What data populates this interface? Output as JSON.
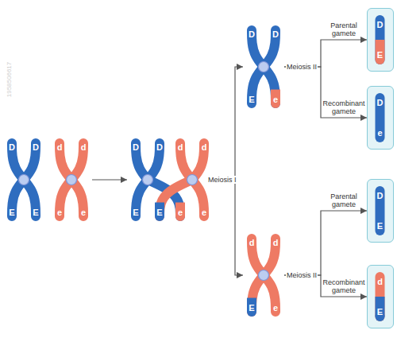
{
  "diagram": {
    "nodes": [
      {
        "text": [
          "D",
          "D",
          "E",
          "E"
        ]
      },
      {
        "text": [
          "d",
          "d",
          "e",
          "e"
        ]
      },
      {
        "text": [
          "D",
          "D",
          "E",
          "e"
        ]
      },
      {
        "text": [
          "d",
          "d",
          "E",
          "e"
        ]
      },
      {
        "text": [
          "D",
          "D",
          "E",
          "e"
        ]
      },
      {
        "text": [
          "d",
          "d",
          "E",
          "e"
        ]
      },
      {
        "text": [
          "D",
          "E"
        ]
      },
      {
        "text": [
          "D",
          "e"
        ]
      },
      {
        "text": [
          "D",
          "E"
        ]
      },
      {
        "text": [
          "d",
          "E"
        ]
      }
    ],
    "edges": [
      {
        "from": 1,
        "to": 2,
        "arrow": "to"
      },
      {
        "from": 3,
        "to": 4,
        "arrow": "to",
        "label": "Meiosis I"
      },
      {
        "from": 3,
        "to": 5,
        "arrow": "to"
      },
      {
        "from": 4,
        "to": 6,
        "arrow": "to",
        "label": "Parental gamete"
      },
      {
        "from": 4,
        "to": 7,
        "arrow": "to",
        "label": "Recombinant gamete"
      },
      {
        "from": 5,
        "to": 8,
        "arrow": "to",
        "label": "Parental gamete"
      },
      {
        "from": 5,
        "to": 9,
        "arrow": "to",
        "label": "Recombinant gamete"
      }
    ],
    "labels": [
      "Meiosis II",
      "Meiosis II",
      "1958506617"
    ]
  }
}
